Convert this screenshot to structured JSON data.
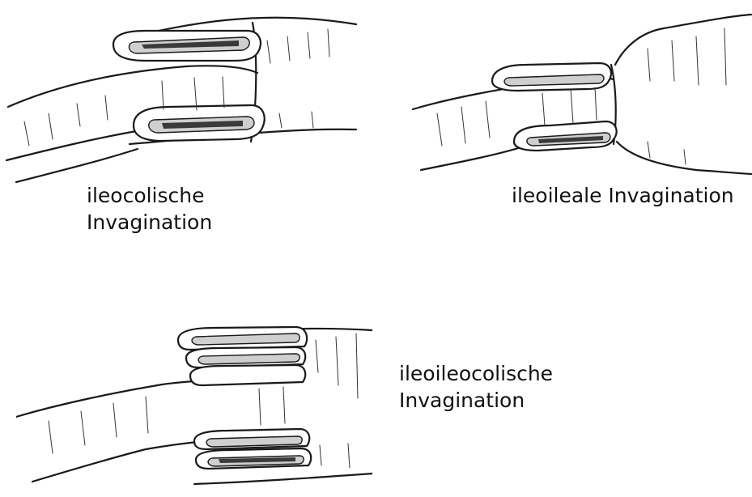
{
  "labels": {
    "ileocolic": {
      "line1": "ileocolische",
      "line2": "Invagination"
    },
    "ileoileal": {
      "line1": "ileoileale Invagination"
    },
    "ileoileocolic": {
      "line1": "ileoileocolische",
      "line2": "Invagination"
    }
  },
  "colors": {
    "ink": "#1a1a1a",
    "shade": "#cfcfcf",
    "background": "#ffffff"
  }
}
